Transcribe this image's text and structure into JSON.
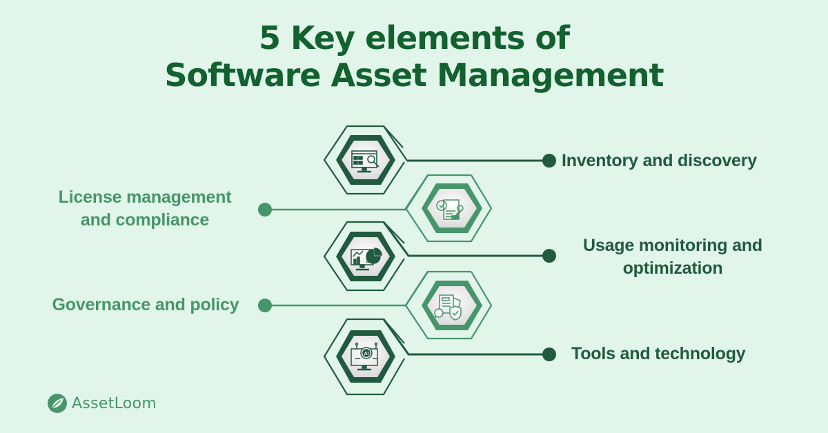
{
  "title": {
    "line1": "5 Key elements of",
    "line2": "Software Asset Management"
  },
  "colors": {
    "background": "#e1f5ea",
    "title": "#12612f",
    "dark_green": "#215a3e",
    "light_green": "#47956a",
    "icon_fill": "#eeeeee"
  },
  "elements": [
    {
      "id": 1,
      "label": "Inventory and discovery",
      "side": "right",
      "style": "dark",
      "icon": "monitor-search-icon"
    },
    {
      "id": 2,
      "label_line1": "License management",
      "label_line2": "and compliance",
      "side": "left",
      "style": "light",
      "icon": "document-stamp-icon"
    },
    {
      "id": 3,
      "label_line1": "Usage monitoring and",
      "label_line2": "optimization",
      "side": "right",
      "style": "dark",
      "icon": "monitor-analytics-icon"
    },
    {
      "id": 4,
      "label": "Governance and policy",
      "side": "left",
      "style": "light",
      "icon": "document-shield-search-icon"
    },
    {
      "id": 5,
      "label": "Tools and technology",
      "side": "right",
      "style": "dark",
      "icon": "monitor-ai-gear-icon"
    }
  ],
  "brand": {
    "name": "AssetLoom",
    "icon": "leaf-logo-icon"
  }
}
